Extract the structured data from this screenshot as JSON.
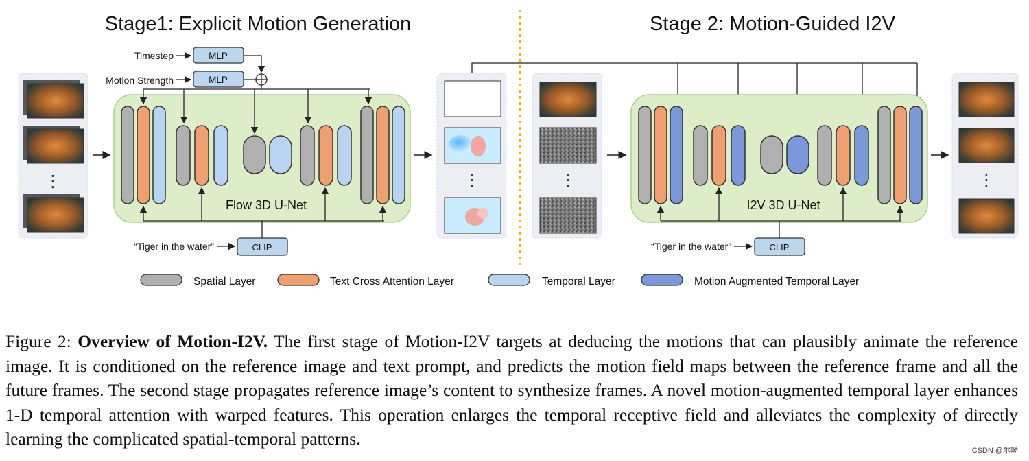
{
  "stage1_title": "Stage1: Explicit Motion Generation",
  "stage2_title": "Stage 2: Motion-Guided I2V",
  "stage1_inputs": {
    "timestep": "Timestep",
    "motion_strength": "Motion Strength",
    "mlp": "MLP",
    "text_prompt": "“Tiger in the water”",
    "clip": "CLIP"
  },
  "stage2_inputs": {
    "text_prompt": "“Tiger in the water”",
    "clip": "CLIP"
  },
  "unet1_label": "Flow 3D U-Net",
  "unet2_label": "I2V 3D U-Net",
  "ellipsis": "⋮",
  "legend": [
    {
      "label": "Spatial Layer",
      "color": "#b0b0b0"
    },
    {
      "label": "Text Cross Attention Layer",
      "color": "#f0a070"
    },
    {
      "label": "Temporal Layer",
      "color": "#b8d4f0"
    },
    {
      "label": "Motion Augmented Temporal Layer",
      "color": "#7b98db"
    }
  ],
  "colors": {
    "unet_bg": "#dcedc8",
    "unet_border": "#a8d08d",
    "panel_bg": "#eceef4",
    "divider": "#f4b400",
    "mlp_fill": "#bcd6ee"
  },
  "caption": {
    "figure_label": "Figure 2:",
    "bold_title": "Overview of Motion-I2V.",
    "body": "The first stage of Motion-I2V targets at deducing the motions that can plausibly animate the reference image. It is conditioned on the reference image and text prompt, and predicts the motion field maps between the reference frame and all the future frames. The second stage propagates reference image’s content to synthesize frames. A novel motion-augmented temporal layer enhances 1-D temporal attention with warped features. This operation enlarges the temporal receptive field and alleviates the complexity of directly learning the complicated spatial-temporal patterns."
  },
  "watermark": "CSDN @尔呦"
}
